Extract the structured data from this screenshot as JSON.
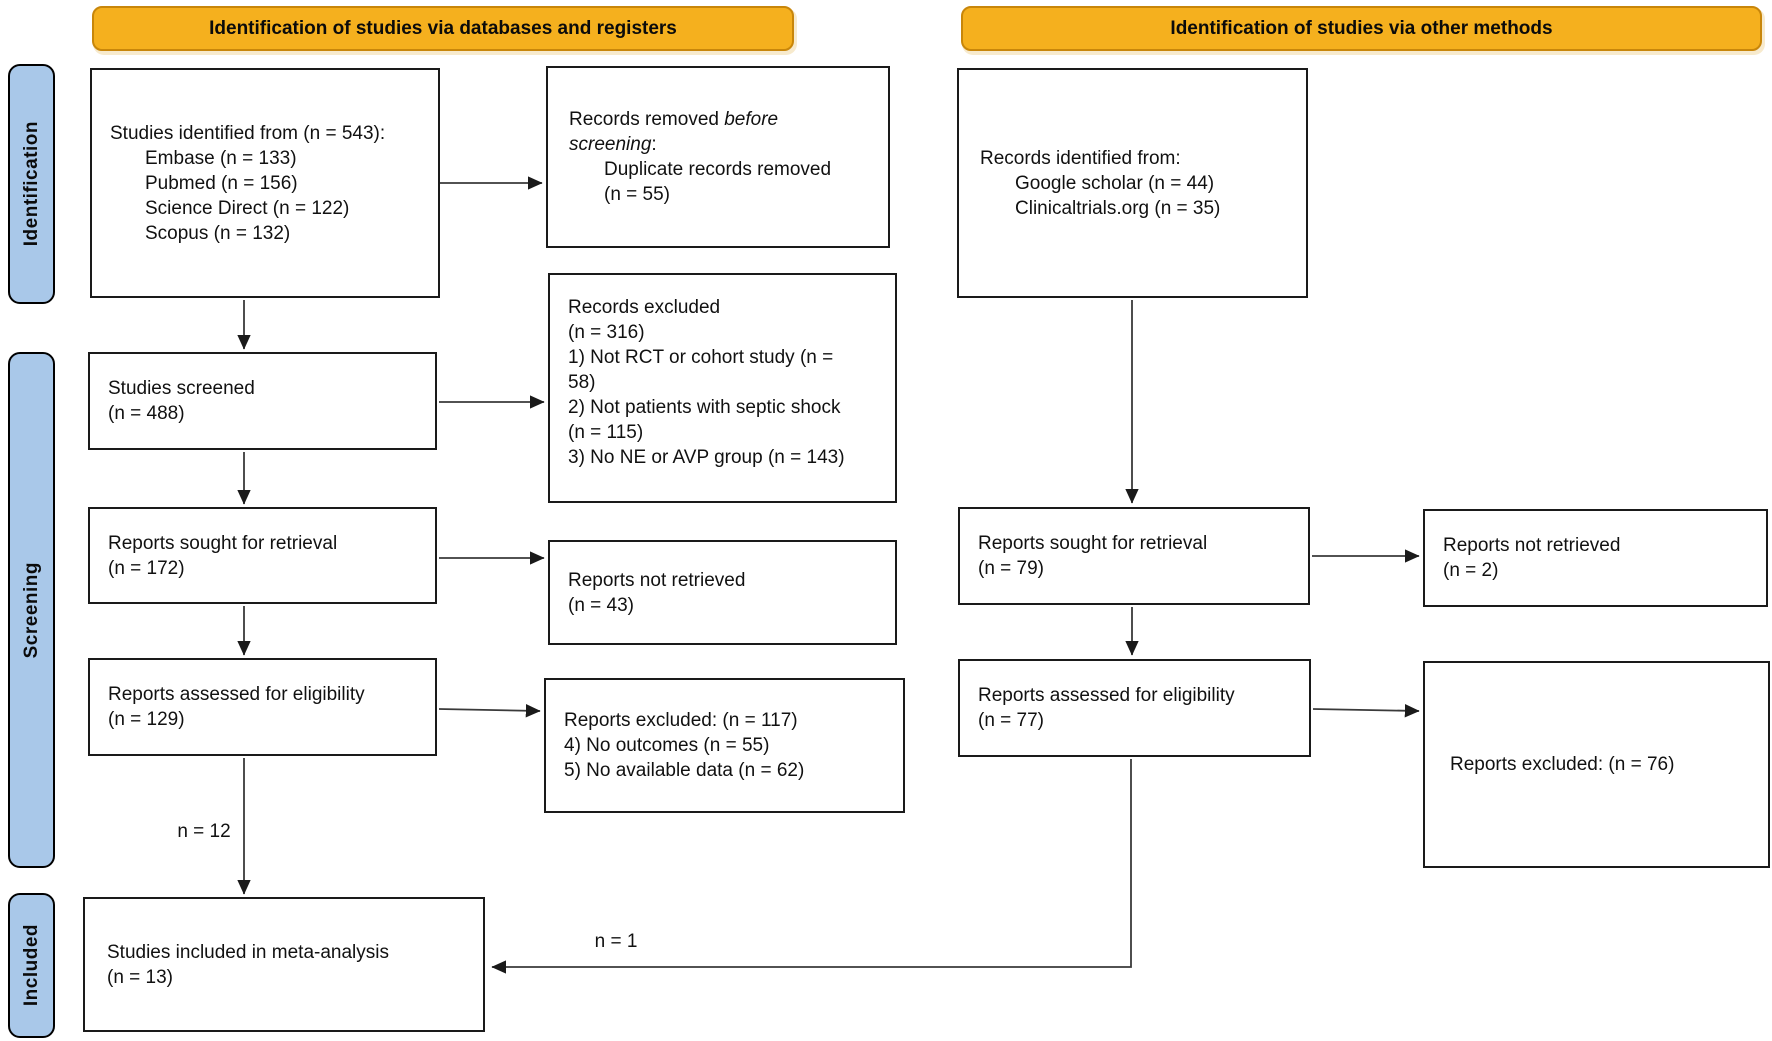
{
  "banners": {
    "left": "Identification of studies via databases and registers",
    "right": "Identification of studies via other methods"
  },
  "side_labels": {
    "identification": "Identification",
    "screening": "Screening",
    "included": "Included"
  },
  "boxes": {
    "studies_identified": {
      "lines": [
        "Studies identified from (n = 543):",
        "Embase (n = 133)",
        "Pubmed (n = 156)",
        "Science Direct (n = 122)",
        "Scopus (n = 132)"
      ]
    },
    "records_removed": {
      "pre": "Records removed ",
      "italic_line1": "before",
      "italic_line2": "screening",
      "post": ":",
      "lines": [
        "Duplicate records removed",
        "(n = 55)"
      ]
    },
    "studies_screened": {
      "lines": [
        "Studies screened",
        "(n = 488)"
      ]
    },
    "records_excluded": {
      "lines": [
        "Records excluded",
        "(n = 316)",
        "1) Not RCT or cohort study (n =",
        "58)",
        "2) Not patients with septic shock",
        "(n = 115)",
        "3) No NE or AVP group (n = 143)"
      ]
    },
    "reports_sought_db": {
      "lines": [
        "Reports sought for retrieval",
        "(n = 172)"
      ]
    },
    "reports_not_retrieved_db": {
      "lines": [
        "Reports not retrieved",
        "(n = 43)"
      ]
    },
    "reports_assessed_db": {
      "lines": [
        "Reports assessed for eligibility",
        "(n = 129)"
      ]
    },
    "reports_excluded_db": {
      "lines": [
        "Reports excluded: (n = 117)",
        "4) No outcomes (n = 55)",
        "5) No available data (n = 62)"
      ]
    },
    "records_identified_other": {
      "lines": [
        "Records identified from:",
        "Google scholar (n = 44)",
        "Clinicaltrials.org (n = 35)"
      ]
    },
    "reports_sought_other": {
      "lines": [
        "Reports sought for retrieval",
        "(n = 79)"
      ]
    },
    "reports_not_retrieved_other": {
      "lines": [
        "Reports not retrieved",
        "(n = 2)"
      ]
    },
    "reports_assessed_other": {
      "lines": [
        "Reports assessed for eligibility",
        "(n = 77)"
      ]
    },
    "reports_excluded_other": {
      "lines": [
        "Reports excluded: (n = 76)"
      ]
    },
    "studies_included": {
      "lines": [
        "Studies included in meta-analysis",
        "(n = 13)"
      ]
    }
  },
  "edge_labels": {
    "to_included_db": "n = 12",
    "to_included_other": "n = 1"
  },
  "colors": {
    "banner_fill": "#F5B01E",
    "banner_border": "#C8860A",
    "side_label_fill": "#A9C8E9",
    "box_border": "#1A1A1A",
    "arrow": "#3A3A3A",
    "text": "#111111"
  }
}
